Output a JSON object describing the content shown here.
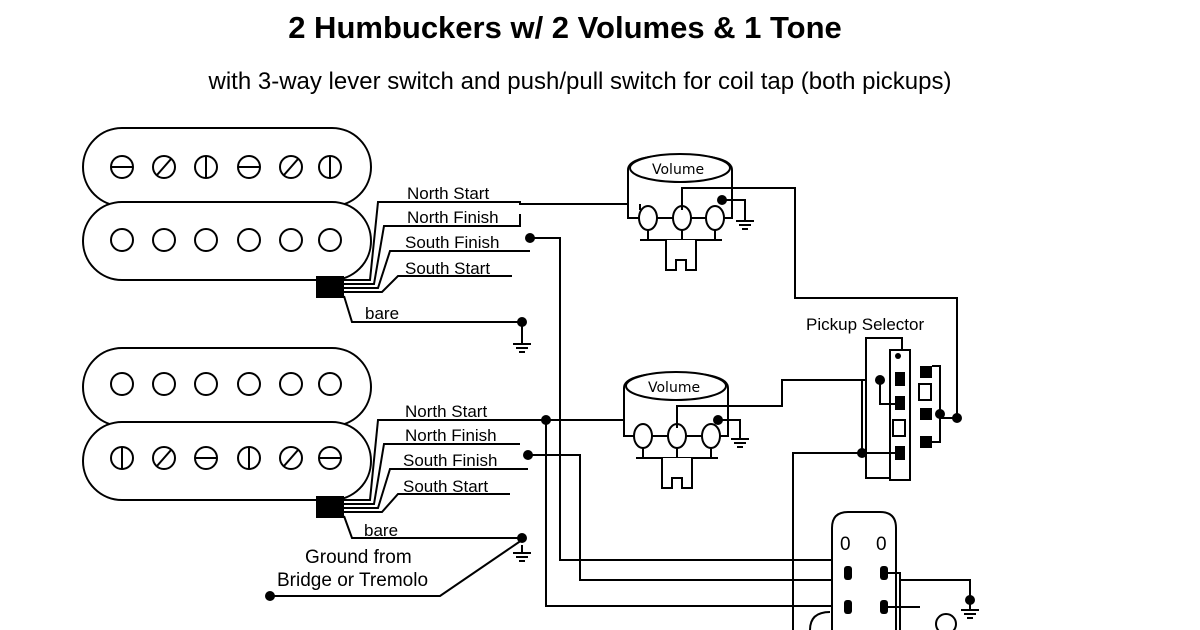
{
  "title": "2 Humbuckers w/ 2 Volumes & 1 Tone",
  "subtitle": "with 3-way lever switch and push/pull switch for coil tap (both pickups)",
  "pickup1": {
    "wires": [
      "North Start",
      "North Finish",
      "South Finish",
      "South Start"
    ],
    "bare": "bare"
  },
  "pickup2": {
    "wires": [
      "North Start",
      "North Finish",
      "South Finish",
      "South Start"
    ],
    "bare": "bare"
  },
  "pots": {
    "volume1": "Volume",
    "volume2": "Volume"
  },
  "selector": {
    "label": "Pickup Selector"
  },
  "ground": {
    "line1": "Ground from",
    "line2": "Bridge or Tremolo"
  },
  "pushpull": {
    "label_left": "0",
    "label_right": "0"
  }
}
